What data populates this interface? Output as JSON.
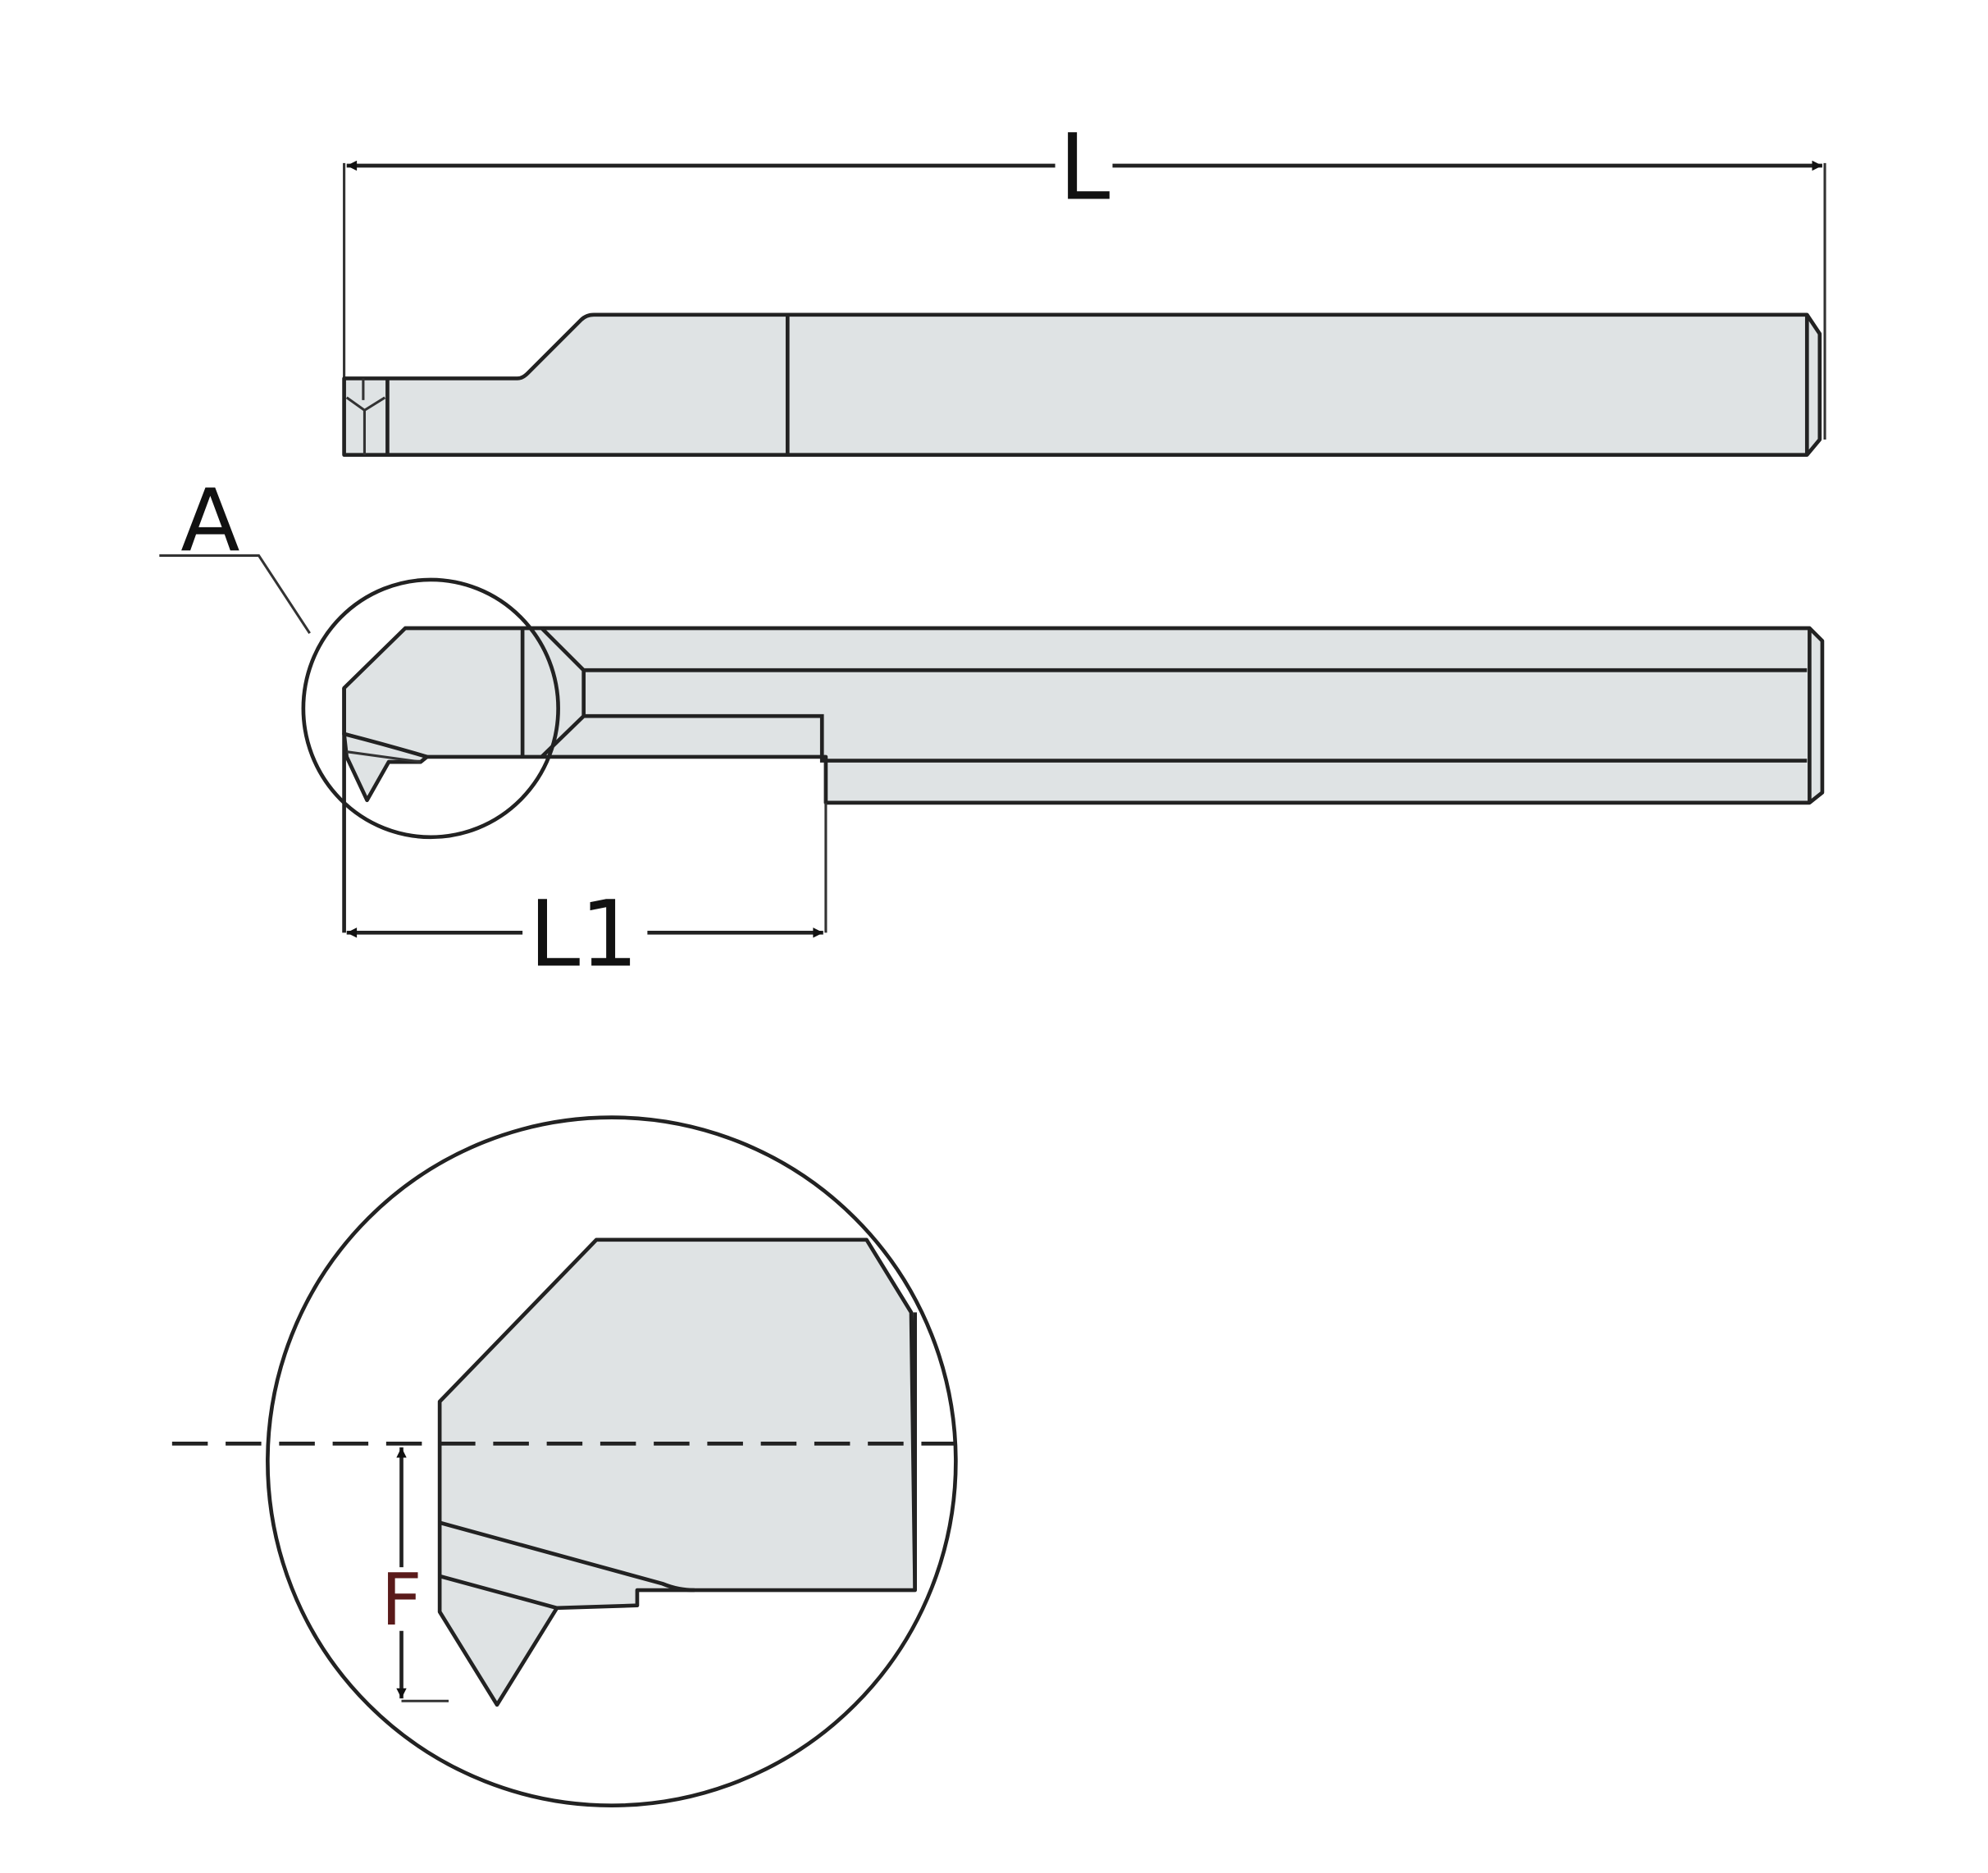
{
  "labels": {
    "length": "L",
    "detail_ref": "A",
    "head_length": "L1",
    "height": "F"
  },
  "colors": {
    "body_fill": "#dfe3e4",
    "outline": "#222222",
    "height_label": "#5a1a1a"
  }
}
